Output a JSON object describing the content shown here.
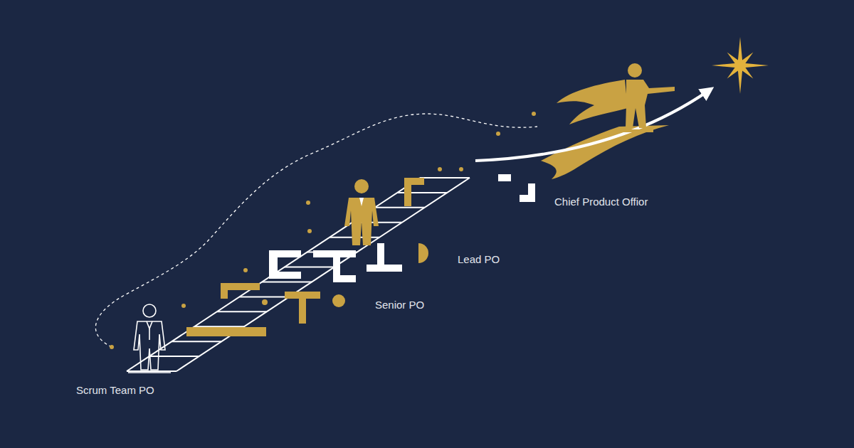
{
  "diagram": {
    "labels": [
      "Scrum Team PO",
      "Senior PO",
      "Lead PO",
      "Chief Product Offior"
    ]
  }
}
